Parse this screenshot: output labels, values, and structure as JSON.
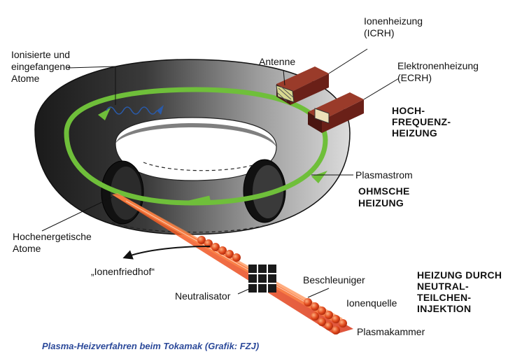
{
  "labels": {
    "ionized_line1": "Ionisierte und",
    "ionized_line2": "eingefangene",
    "ionized_line3": "Atome",
    "antenna": "Antenne",
    "icrh_line1": "Ionenheizung",
    "icrh_line2": "(ICRH)",
    "ecrh_line1": "Elektronenheizung",
    "ecrh_line2": "(ECRH)",
    "hf_line1": "HOCH-",
    "hf_line2": "FREQUENZ-",
    "hf_line3": "HEIZUNG",
    "plasma_current": "Plasmastrom",
    "ohmic_line1": "OHMSCHE",
    "ohmic_line2": "HEIZUNG",
    "high_energy_line1": "Hochenergetische",
    "high_energy_line2": "Atome",
    "ion_graveyard": "„Ionenfriedhof“",
    "neutralizer": "Neutralisator",
    "accelerator": "Beschleuniger",
    "ion_source": "Ionenquelle",
    "plasma_chamber": "Plasmakammer",
    "nbi_line1": "HEIZUNG DURCH",
    "nbi_line2": "NEUTRAL-",
    "nbi_line3": "TEILCHEN-",
    "nbi_line4": "INJEKTION"
  },
  "caption": "Plasma-Heizverfahren beim Tokamak (Grafik: FZJ)",
  "colors": {
    "torus_dark": "#1c1c1c",
    "torus_light": "#cfcfcf",
    "plasma_ring": "#6fbf3a",
    "beam": "#e8461e",
    "heater_box": "#7a2a1e",
    "caption": "#2c4a9a"
  }
}
